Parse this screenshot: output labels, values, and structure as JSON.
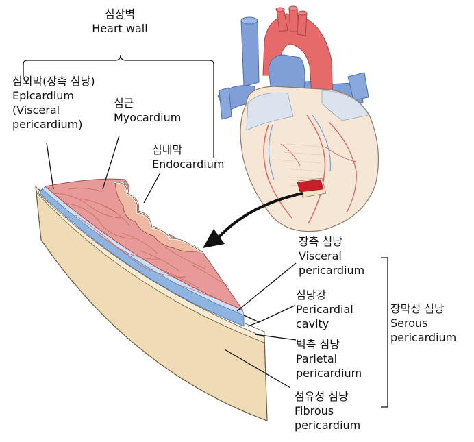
{
  "heart_wall": {
    "ko": "심장벽",
    "en": "Heart wall"
  },
  "epicardium": {
    "ko": "심외막(장측 심낭)",
    "en1": "Epicardium",
    "en2": "(Visceral",
    "en3": "pericardium)"
  },
  "myocardium": {
    "ko": "심근",
    "en": "Myocardium"
  },
  "endocardium": {
    "ko": "심내막",
    "en": "Endocardium"
  },
  "visceral": {
    "ko": "장측 심낭",
    "en1": "Visceral",
    "en2": "pericardium"
  },
  "cavity": {
    "ko": "심낭강",
    "en1": "Pericardial",
    "en2": "cavity"
  },
  "parietal": {
    "ko": "벽측 심낭",
    "en1": "Parietal",
    "en2": "pericardium"
  },
  "fibrous": {
    "ko": "섬유성 심낭",
    "en1": "Fibrous",
    "en2": "pericardium"
  },
  "serous": {
    "ko": "장막성 심낭",
    "en1": "Serous",
    "en2": "pericardium"
  },
  "colors": {
    "myocardium": "#e89a98",
    "myocardium_line": "#c9706e",
    "epicardium_blue": "#8fb4e0",
    "fibrous_cream": "#f1e3c3",
    "endocardium": "#efb9a4",
    "artery": "#e66a6a",
    "vein": "#7f9fd6",
    "heart_body": "#f5e6d6"
  }
}
